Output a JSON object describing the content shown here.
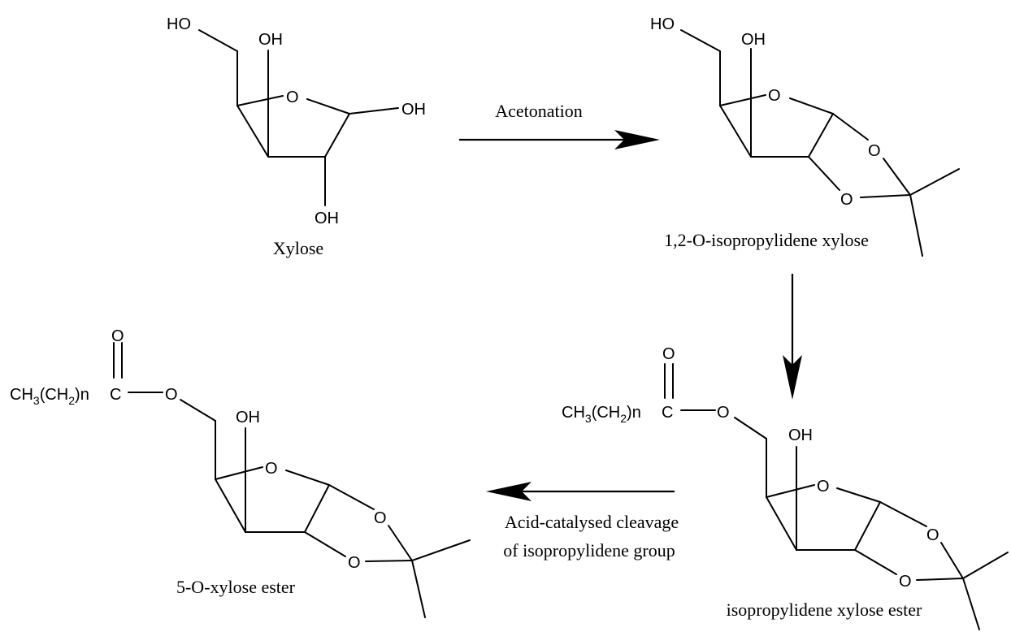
{
  "atoms": {
    "ho": "HO",
    "oh": "OH",
    "o": "O",
    "c": "C",
    "chain_ch": "CH",
    "chain_sub3": "3",
    "chain_mid": "(CH",
    "chain_sub2": "2",
    "chain_end": ")n"
  },
  "compounds": {
    "xylose": "Xylose",
    "isopropylidene_xylose": "1,2-O-isopropylidene xylose",
    "isopropylidene_ester": "isopropylidene xylose ester",
    "xylose_ester": "5-O-xylose ester"
  },
  "steps": {
    "acetonation": "Acetonation",
    "cleavage_line1": "Acid-catalysed cleavage",
    "cleavage_line2": "of isopropylidene group"
  }
}
